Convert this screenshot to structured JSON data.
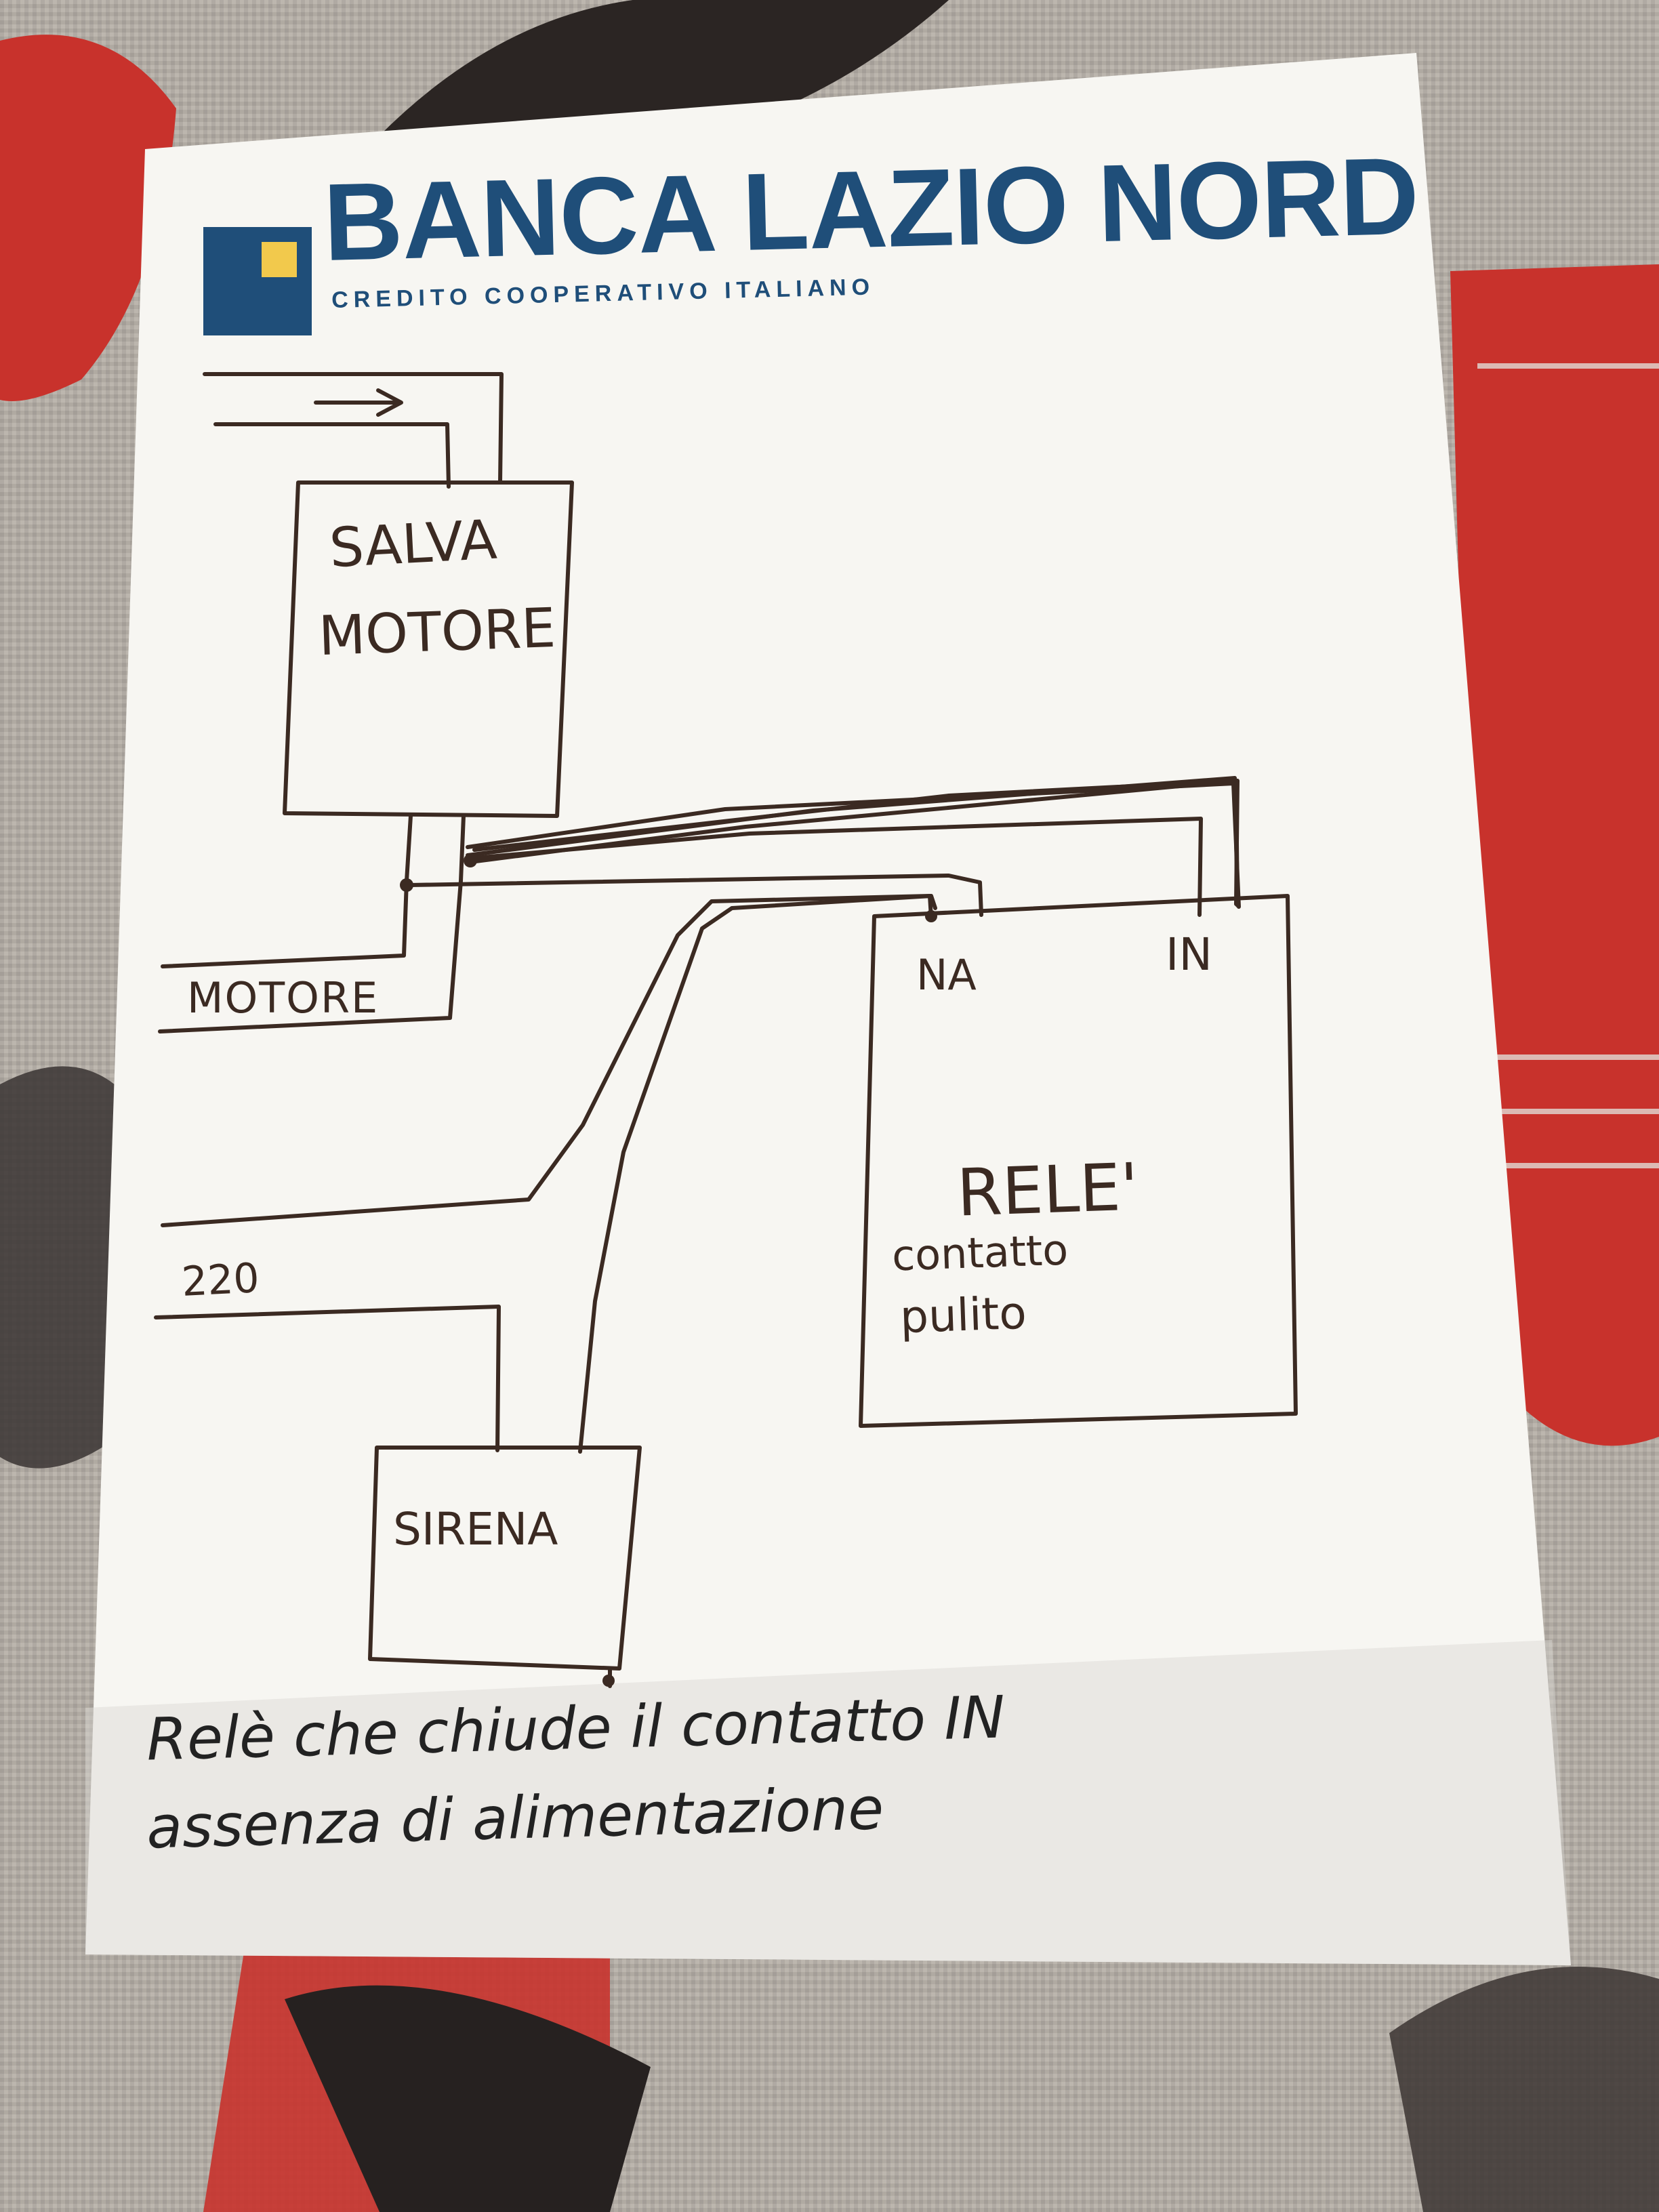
{
  "logo": {
    "name": "BANCA LAZIO NORD",
    "subtitle": "CREDITO COOPERATIVO ITALIANO",
    "colors": {
      "blue": "#1f4e79",
      "gold": "#f2c94c"
    }
  },
  "blocks": {
    "salva_motore": {
      "line1": "SALVA",
      "line2": "MOTORE"
    },
    "rele": {
      "title": "RELE'",
      "line2": "contatto",
      "line3": "pulito"
    },
    "sirena": "SIRENA"
  },
  "terminals": {
    "na": "NA",
    "in": "IN"
  },
  "lines": {
    "motore": "MOTORE",
    "power": "220"
  },
  "note": {
    "line1": "Relè che chiude il contatto IN",
    "line2": "assenza di alimentazione"
  },
  "colors": {
    "ink": "#3b2a22",
    "paper": "#f7f6f2",
    "fabric_red": "#c8322c"
  }
}
